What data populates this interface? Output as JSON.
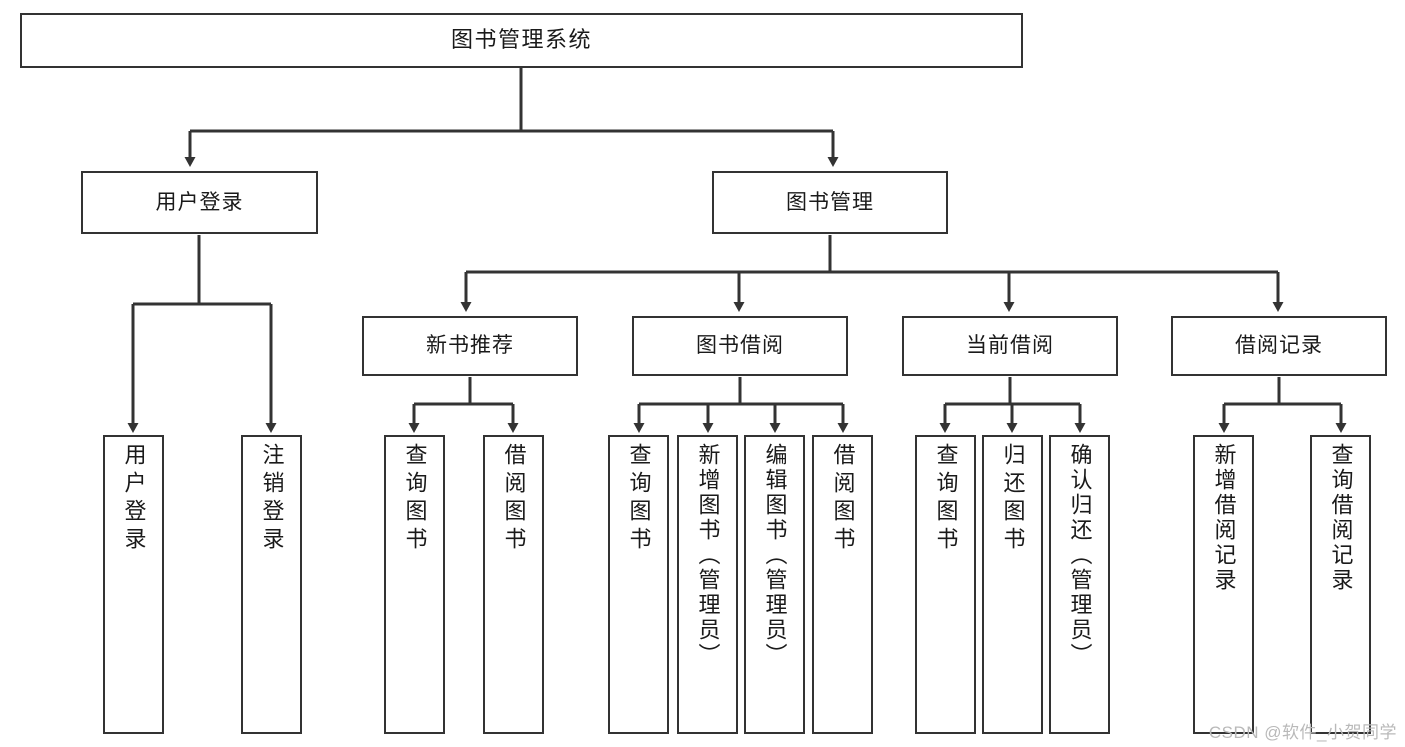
{
  "diagram": {
    "type": "tree-hierarchy",
    "title": "图书管理系统",
    "watermark": "CSDN @软件_小贺同学",
    "colors": {
      "box_border": "#333333",
      "box_fill": "#ffffff",
      "connector": "#333333",
      "text": "#1a1a1a",
      "watermark": "#b9b9b9"
    },
    "root": {
      "label": "图书管理系统"
    },
    "level2": [
      {
        "label": "用户登录"
      },
      {
        "label": "图书管理"
      }
    ],
    "level3": [
      {
        "label": "新书推荐"
      },
      {
        "label": "图书借阅"
      },
      {
        "label": "当前借阅"
      },
      {
        "label": "借阅记录"
      }
    ],
    "leaves": {
      "user_login": [
        {
          "label": "用户登录"
        },
        {
          "label": "注销登录"
        }
      ],
      "new_book_recommend": [
        {
          "label": "查询图书"
        },
        {
          "label": "借阅图书"
        }
      ],
      "book_borrow": [
        {
          "label": "查询图书"
        },
        {
          "label": "新增图书（管理员）"
        },
        {
          "label": "编辑图书（管理员）"
        },
        {
          "label": "借阅图书"
        }
      ],
      "current_borrow": [
        {
          "label": "查询图书"
        },
        {
          "label": "归还图书"
        },
        {
          "label": "确认归还（管理员）"
        }
      ],
      "borrow_record": [
        {
          "label": "新增借阅记录"
        },
        {
          "label": "查询借阅记录"
        }
      ]
    }
  }
}
